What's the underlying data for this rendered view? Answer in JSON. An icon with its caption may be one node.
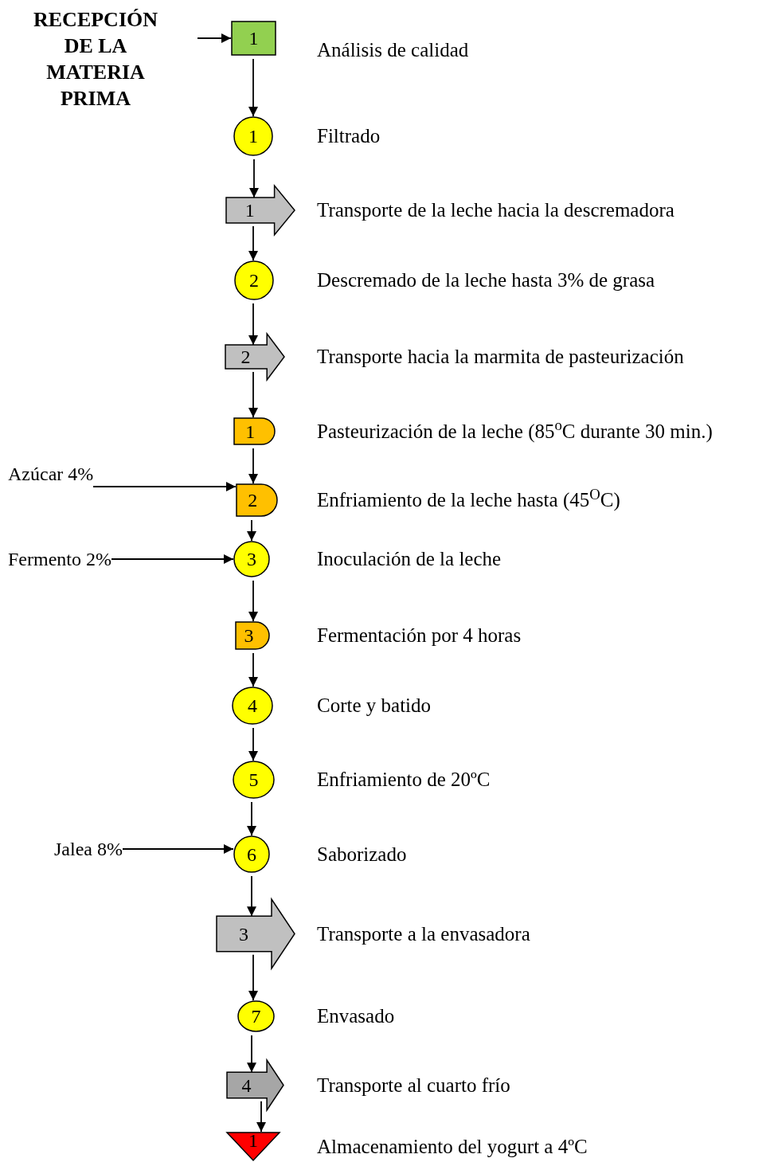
{
  "diagram": {
    "nodes": [
      {
        "text": [
          "RECEPCIÓN DE LA MATERIA PRIMA"
        ]
      },
      {
        "text": [
          "1"
        ],
        "beside": [
          "Análisis de calidad"
        ]
      },
      {
        "text": [
          "1"
        ],
        "beside": [
          "Filtrado"
        ]
      },
      {
        "text": [
          "1"
        ],
        "beside": [
          "Transporte de la leche hacia la descremadora"
        ]
      },
      {
        "text": [
          "2"
        ],
        "beside": [
          "Descremado de la leche hasta 3% de grasa"
        ]
      },
      {
        "text": [
          "2"
        ],
        "beside": [
          "Transporte hacia la marmita de pasteurización"
        ]
      },
      {
        "text": [
          "1"
        ],
        "beside": [
          "Pasteurización de la leche (85$^{o}$C durante 30 min.)"
        ]
      },
      {
        "text": [
          "Azúcar 4%"
        ]
      },
      {
        "text": [
          "2"
        ],
        "beside": [
          "Enfriamiento de la leche hasta (45$^{O}$C)"
        ]
      },
      {
        "text": [
          "Fermento 2%"
        ]
      },
      {
        "text": [
          "3"
        ],
        "beside": [
          "Inoculación de la leche"
        ]
      },
      {
        "text": [
          "3"
        ],
        "beside": [
          "Fermentación por 4 horas"
        ]
      },
      {
        "text": [
          "4"
        ],
        "beside": [
          "Corte y batido"
        ]
      },
      {
        "text": [
          "5"
        ],
        "beside": [
          "Enfriamiento de 20ºC"
        ]
      },
      {
        "text": [
          "Jalea 8%"
        ]
      },
      {
        "text": [
          "6"
        ],
        "beside": [
          "Saborizado"
        ]
      },
      {
        "text": [
          "3"
        ],
        "beside": [
          "Transporte a la envasadora"
        ]
      },
      {
        "text": [
          "7"
        ],
        "beside": [
          "Envasado"
        ]
      },
      {
        "text": [
          "4"
        ],
        "beside": [
          "Transporte al cuarto frío"
        ]
      },
      {
        "text": [
          "1"
        ],
        "beside": [
          "Almacenamiento del yogurt a 4ºC"
        ]
      }
    ],
    "edges": [
      {
        "from": 0,
        "to": 1,
        "arrow": "to"
      },
      {
        "from": 1,
        "to": 2,
        "arrow": "to"
      },
      {
        "from": 2,
        "to": 3,
        "arrow": "to"
      },
      {
        "from": 3,
        "to": 4,
        "arrow": "to"
      },
      {
        "from": 4,
        "to": 5,
        "arrow": "to"
      },
      {
        "from": 5,
        "to": 6,
        "arrow": "to"
      },
      {
        "from": 6,
        "to": 8,
        "arrow": "to"
      },
      {
        "from": 7,
        "to": 8,
        "arrow": "to"
      },
      {
        "from": 8,
        "to": 10,
        "arrow": "to"
      },
      {
        "from": 9,
        "to": 10,
        "arrow": "to"
      },
      {
        "from": 10,
        "to": 11,
        "arrow": "to"
      },
      {
        "from": 11,
        "to": 12,
        "arrow": "to"
      },
      {
        "from": 12,
        "to": 13,
        "arrow": "to"
      },
      {
        "from": 13,
        "to": 15,
        "arrow": "to"
      },
      {
        "from": 14,
        "to": 15,
        "arrow": "to"
      },
      {
        "from": 15,
        "to": 16,
        "arrow": "to"
      },
      {
        "from": 16,
        "to": 17,
        "arrow": "to"
      },
      {
        "from": 17,
        "to": 18,
        "arrow": "to"
      },
      {
        "from": 18,
        "to": 19,
        "arrow": "to"
      }
    ]
  }
}
